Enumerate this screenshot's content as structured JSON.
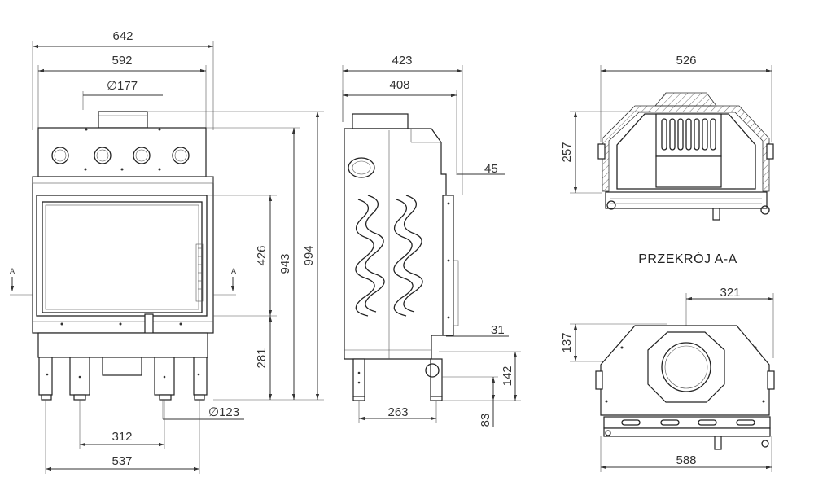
{
  "front_view": {
    "dims": {
      "overall_width": "642",
      "body_width": "592",
      "flue_diameter": "∅177",
      "door_height": "426",
      "body_height": "943",
      "overall_height": "994",
      "door_bottom_height": "281",
      "air_inlet_diameter": "∅123",
      "leg_spacing": "312",
      "base_width": "537"
    },
    "markers": {
      "left": "A",
      "right": "A"
    }
  },
  "side_view": {
    "dims": {
      "overall_depth": "423",
      "body_depth": "408",
      "door_offset": "45",
      "door_frame": "31",
      "leg_depth": "263",
      "inlet_height": "142",
      "foot_height": "83"
    }
  },
  "section_view": {
    "title": "PRZEKRÓJ A-A",
    "dims": {
      "width": "526",
      "height": "257"
    }
  },
  "top_view": {
    "dims": {
      "depth": "137",
      "offset": "321",
      "width": "588"
    }
  }
}
